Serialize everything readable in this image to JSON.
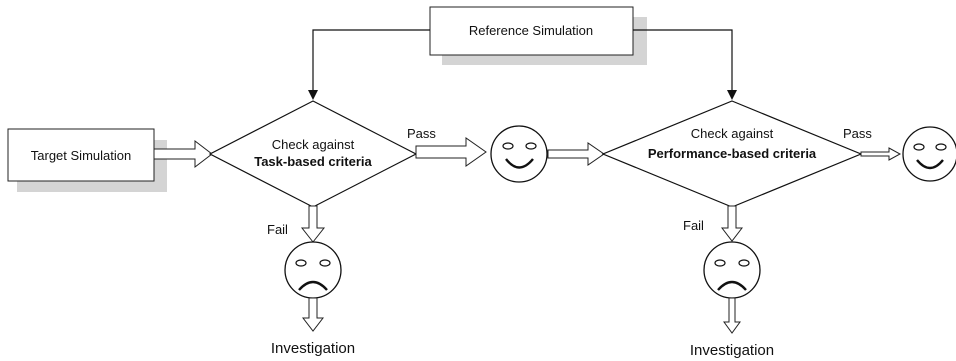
{
  "diagram": {
    "reference": "Reference Simulation",
    "target": "Target Simulation",
    "check1": {
      "line1": "Check against",
      "line2": "Task-based criteria"
    },
    "check2": {
      "line1": "Check against",
      "line2": "Performance-based criteria"
    },
    "pass1": "Pass",
    "pass2": "Pass",
    "fail1": "Fail",
    "fail2": "Fail",
    "investigation1": "Investigation",
    "investigation2": "Investigation"
  }
}
